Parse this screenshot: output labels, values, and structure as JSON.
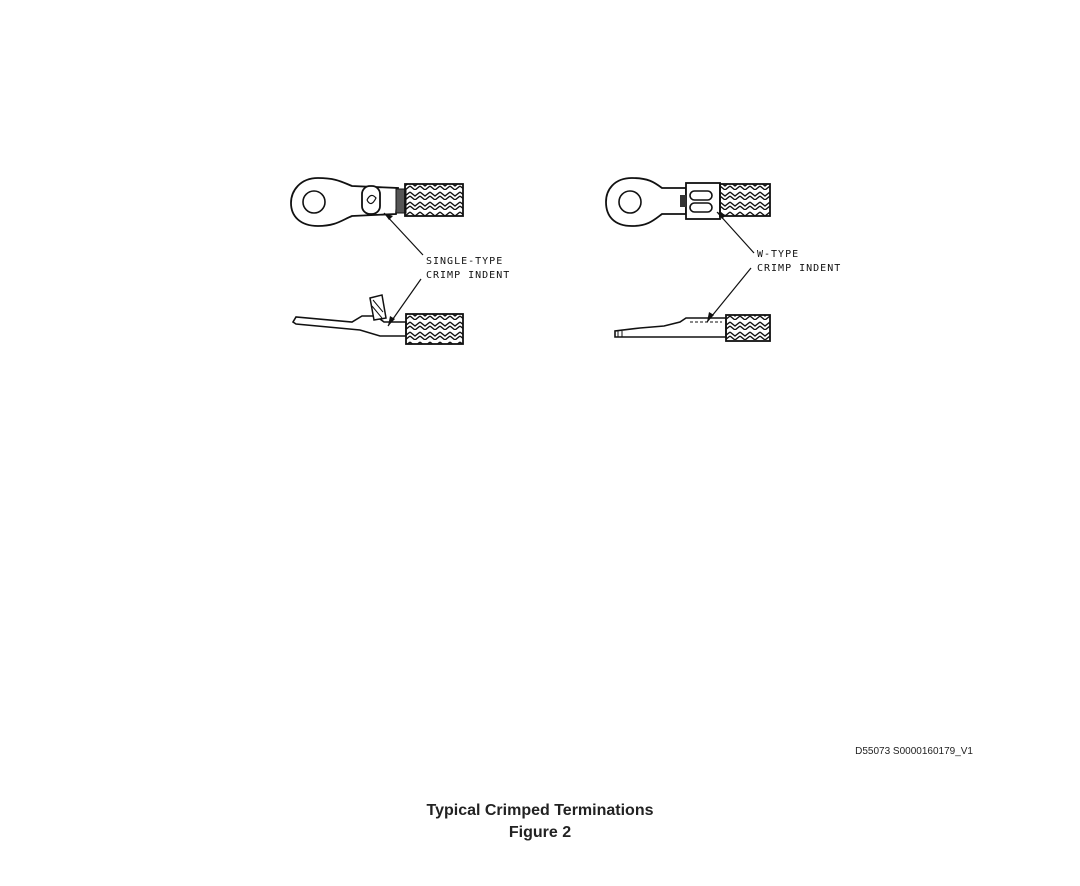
{
  "diagram": {
    "left_callout": {
      "line1": "SINGLE-TYPE",
      "line2": "CRIMP INDENT"
    },
    "right_callout": {
      "line1": "W-TYPE",
      "line2": "CRIMP INDENT"
    }
  },
  "document_id": "D55073 S0000160179_V1",
  "caption": {
    "title": "Typical Crimped Terminations",
    "figure": "Figure 2"
  },
  "colors": {
    "ink": "#111111",
    "background": "#ffffff"
  }
}
